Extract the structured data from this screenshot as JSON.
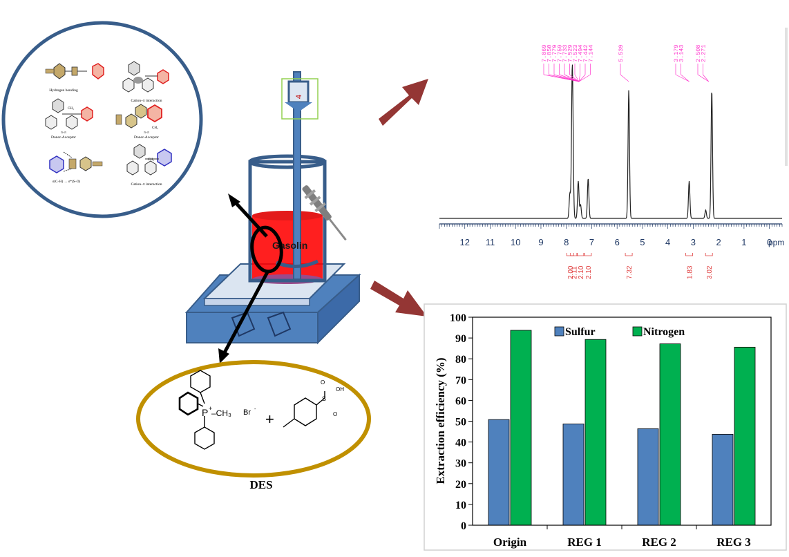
{
  "interactions": {
    "hydrogen_bonding": "Hydrogen bonding",
    "cation_pi_1": "Cation–π interaction",
    "pi_pi": "π–π",
    "donor_acceptor_1": "Donor-Acceptor",
    "donor_acceptor_2": "Donor-Acceptor",
    "pi_pi_2": "π–π",
    "sigma": "σ(C–H) → σ*(S–O)",
    "cation_pi_2": "Cation–π interaction",
    "ch3": "CH₃"
  },
  "beaker": {
    "liquid_label": "Gasolin",
    "stirrer_label": "4"
  },
  "des": {
    "label": "DES",
    "cation_formula": "P",
    "charge": "+",
    "methyl": "–CH₃",
    "anion": "Br",
    "plus": "+",
    "oh": "OH",
    "o1": "O",
    "o2": "O",
    "s": "S"
  },
  "nmr": {
    "peaks_top": [
      "7.869",
      "7.850",
      "7.779",
      "7.759",
      "7.733",
      "7.529",
      "7.523",
      "7.494",
      "7.442",
      "7.144",
      "5.539",
      "3.179",
      "3.143",
      "2.508",
      "2.271"
    ],
    "axis_unit": "ppm",
    "integrals": [
      {
        "ppm": 7.85,
        "label": "2.00"
      },
      {
        "ppm": 7.7,
        "label": "2.11"
      },
      {
        "ppm": 7.45,
        "label": "2.10"
      },
      {
        "ppm": 7.15,
        "label": "2.10"
      },
      {
        "ppm": 5.54,
        "label": "7.32"
      },
      {
        "ppm": 3.16,
        "label": "1.83"
      },
      {
        "ppm": 2.38,
        "label": "3.02"
      }
    ]
  },
  "chart_data": {
    "type": "bar",
    "categories": [
      "Origin",
      "REG 1",
      "REG 2",
      "REG 3"
    ],
    "series": [
      {
        "name": "Sulfur",
        "values": [
          50.8,
          48.7,
          46.4,
          43.7
        ],
        "color": "#4f81bd"
      },
      {
        "name": "Nitrogen",
        "values": [
          93.7,
          89.3,
          87.2,
          85.6
        ],
        "color": "#00b050"
      }
    ],
    "ylabel": "Extraction efficiency (%)",
    "xlabel": "",
    "ylim": [
      0,
      100
    ],
    "yticks": [
      0,
      10,
      20,
      30,
      40,
      50,
      60,
      70,
      80,
      90,
      100
    ],
    "legend": "top",
    "grid": false
  },
  "nmr_chart": {
    "type": "line",
    "x_ticks": [
      12,
      11,
      10,
      9,
      8,
      7,
      6,
      5,
      4,
      3,
      2,
      1,
      0
    ],
    "xlim": [
      13,
      -0.5
    ]
  },
  "colors": {
    "arrow": "#943634",
    "circle_blue": "#385d8a",
    "circle_gold": "#c09000",
    "hotplate": "#4f81bd",
    "nmr_pink": "#ff33cc"
  }
}
